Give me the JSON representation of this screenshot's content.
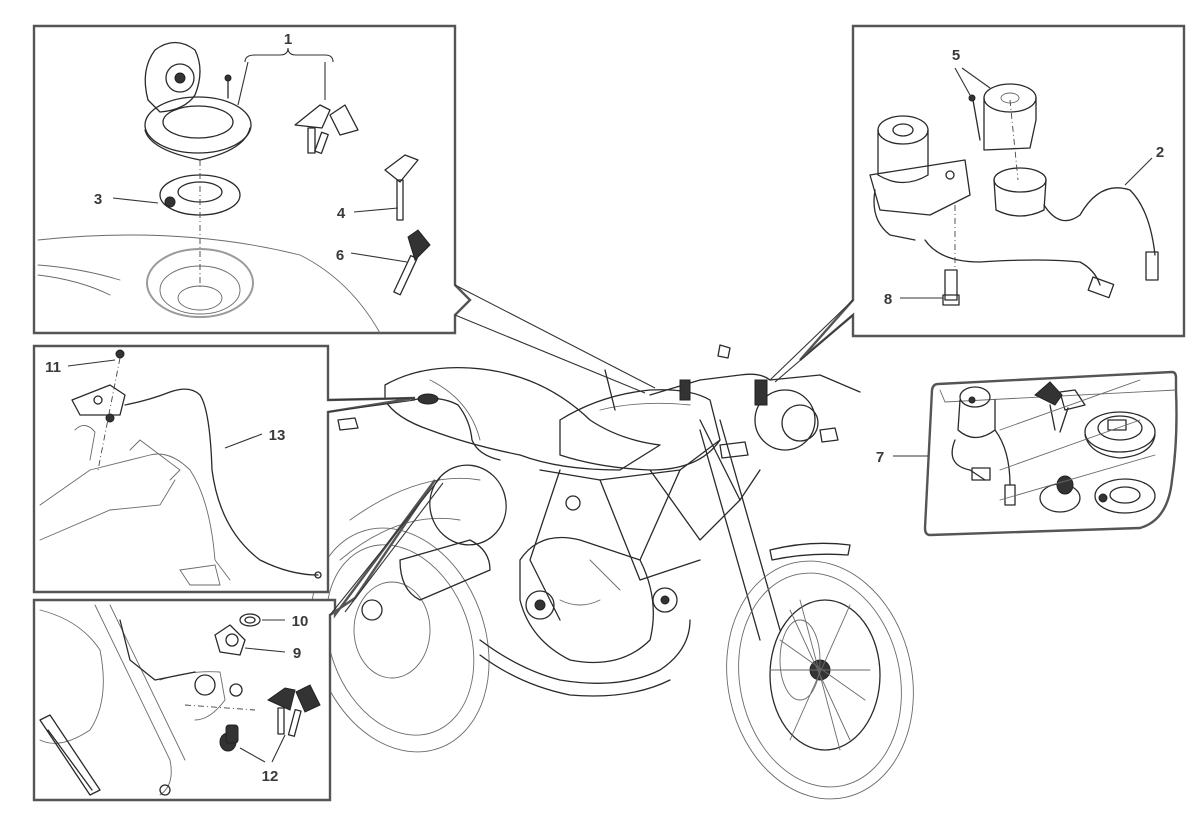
{
  "diagram": {
    "title": "Motorcycle ignition switch and lock set - exploded parts view",
    "panels": [
      {
        "id": "fuel-cap-panel",
        "callouts": [
          "1",
          "3",
          "4",
          "6"
        ]
      },
      {
        "id": "ignition-switch-panel",
        "callouts": [
          "5",
          "2",
          "8"
        ]
      },
      {
        "id": "seat-lock-panel",
        "callouts": [
          "11",
          "13"
        ]
      },
      {
        "id": "steering-lock-panel",
        "callouts": [
          "10",
          "9",
          "12"
        ]
      },
      {
        "id": "lock-kit-panel",
        "callouts": [
          "7"
        ]
      }
    ],
    "callouts": {
      "c1": "1",
      "c2": "2",
      "c3": "3",
      "c4": "4",
      "c5": "5",
      "c6": "6",
      "c7": "7",
      "c8": "8",
      "c9": "9",
      "c10": "10",
      "c11": "11",
      "c12": "12",
      "c13": "13"
    },
    "colors": {
      "frame": "#555555",
      "ink": "#2a2a2a",
      "background": "#ffffff"
    }
  }
}
